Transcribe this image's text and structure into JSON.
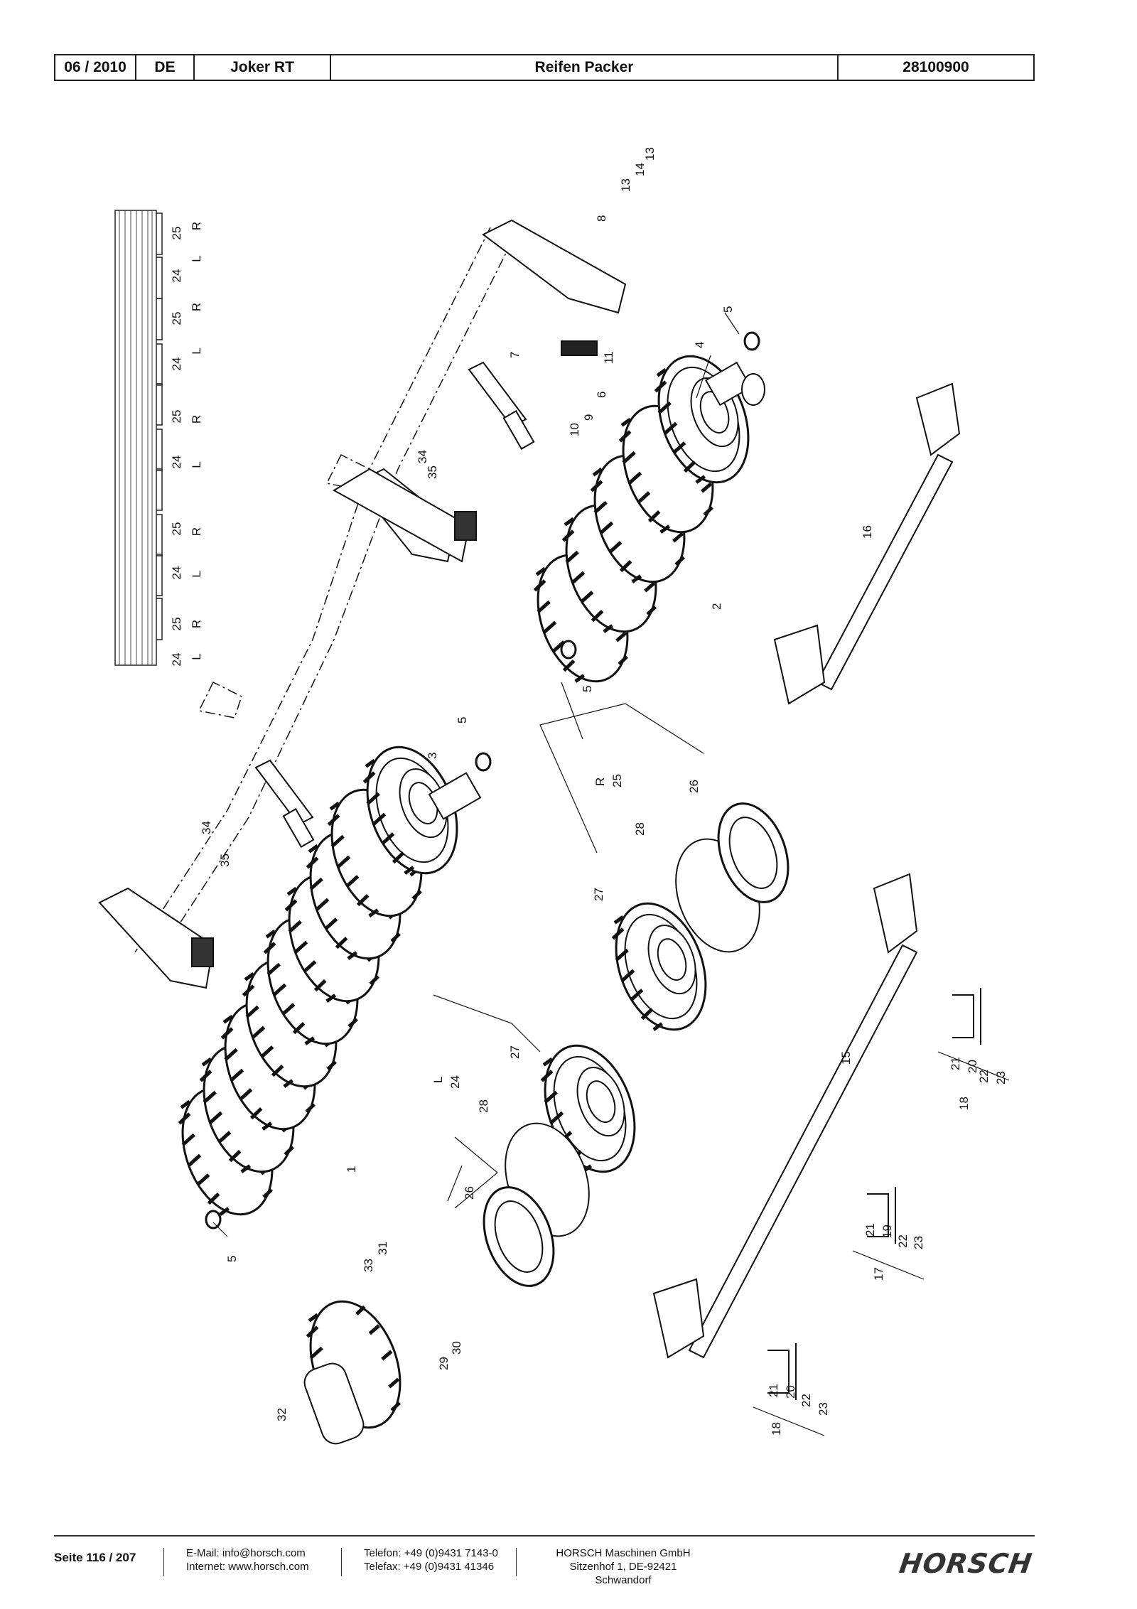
{
  "header": {
    "date": "06 / 2010",
    "lang": "DE",
    "machine": "Joker RT",
    "section": "Reifen Packer",
    "number": "28100900"
  },
  "legend": {
    "sizes": [
      "24",
      "25",
      "24",
      "25",
      "24",
      "25",
      "24",
      "25",
      "24",
      "25"
    ],
    "sides": [
      "L",
      "R",
      "L",
      "R",
      "L",
      "R",
      "L",
      "R",
      "L",
      "R"
    ]
  },
  "callouts": {
    "c1": "1",
    "c2": "2",
    "c3": "3",
    "c4": "4",
    "c5a": "5",
    "c5b": "5",
    "c5c": "5",
    "c5d": "5",
    "c6": "6",
    "c7": "7",
    "c8": "8",
    "c9": "9",
    "c10": "10",
    "c11": "11",
    "c13a": "13",
    "c13b": "13",
    "c14": "14",
    "c15": "15",
    "c16": "16",
    "c17": "17",
    "c18a": "18",
    "c18b": "18",
    "c19": "19",
    "c20a": "20",
    "c20b": "20",
    "c21a": "21",
    "c21b": "21",
    "c21c": "21",
    "c22a": "22",
    "c22b": "22",
    "c22c": "22",
    "c23a": "23",
    "c23b": "23",
    "c23c": "23",
    "c26a": "26",
    "c26b": "26",
    "c27a": "27",
    "c27b": "27",
    "c28a": "28",
    "c28b": "28",
    "c29": "29",
    "c30": "30",
    "c31": "31",
    "c32": "32",
    "c33": "33",
    "c34a": "34",
    "c34b": "34",
    "c35a": "35",
    "c35b": "35",
    "r_side": "R",
    "r_size": "25",
    "l_side": "L",
    "l_size": "24"
  },
  "footer": {
    "page": "Seite 116 / 207",
    "email": "E-Mail: info@horsch.com",
    "internet": "Internet: www.horsch.com",
    "phone": "Telefon: +49 (0)9431 7143-0",
    "fax": "Telefax: +49 (0)9431 41346",
    "company": "HORSCH Maschinen GmbH",
    "address": "Sitzenhof 1, DE-92421 Schwandorf",
    "logo": "HORSCH"
  }
}
